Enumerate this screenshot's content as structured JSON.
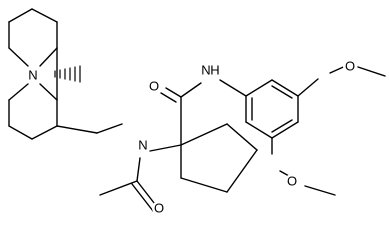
{
  "structure": {
    "atom_labels": {
      "n_ring": "N",
      "n_amine": "N",
      "n_amide": "N",
      "h_amide": "H",
      "o_carbonyl": "O",
      "o_acetyl": "O",
      "o_methoxy_top": "O",
      "o_methoxy_bottom": "O"
    },
    "colors": {
      "bond": "#000000",
      "label": "#000000",
      "background": "#ffffff"
    }
  }
}
